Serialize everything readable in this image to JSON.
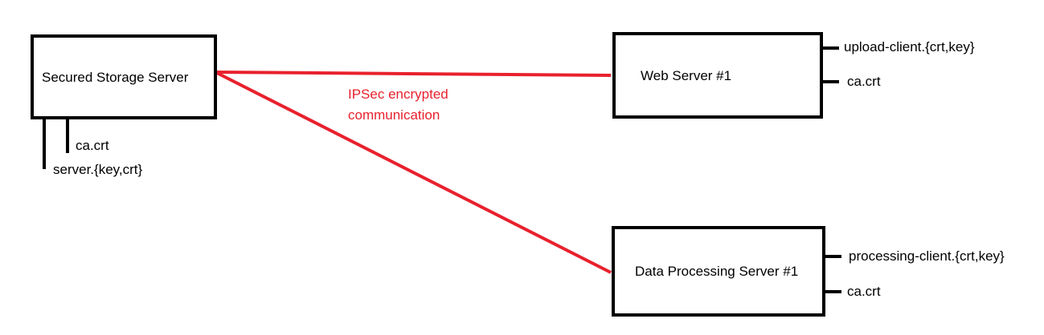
{
  "nodes": {
    "storage": {
      "title": "Secured Storage Server",
      "files": [
        "ca.crt",
        "server.{key,crt}"
      ]
    },
    "web": {
      "title": "Web Server #1",
      "files": [
        "upload-client.{crt,key}",
        "ca.crt"
      ]
    },
    "processing": {
      "title": "Data Processing Server #1",
      "files": [
        "processing-client.{crt,key}",
        "ca.crt"
      ]
    }
  },
  "link": {
    "label_line1": "IPSec encrypted",
    "label_line2": "communication",
    "color": "#e8212d"
  }
}
